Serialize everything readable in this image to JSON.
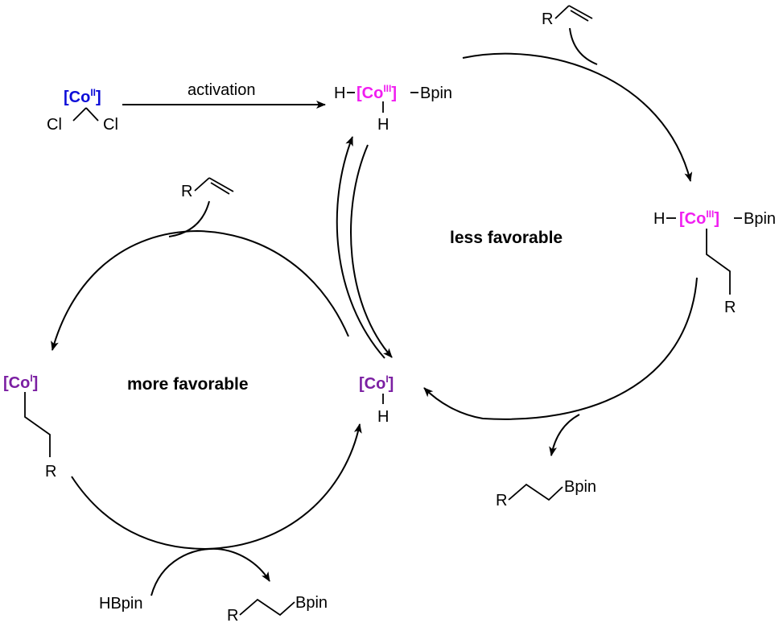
{
  "colors": {
    "co2": "#0d0dd8",
    "co3": "#f01ef0",
    "co1": "#7b1fa2",
    "line": "#000000"
  },
  "precatalyst": {
    "co_label": "[Co",
    "co_ox": "II",
    "bracket_close": "]",
    "cl_left": "Cl",
    "cl_right": "Cl"
  },
  "activation_label": "activation",
  "co3_hydride": {
    "h_left": "H",
    "co_label": "[Co",
    "co_ox": "III",
    "bracket_close": "]",
    "bpin": "Bpin",
    "h_bottom": "H"
  },
  "alkene_top": {
    "r": "R"
  },
  "co3_alkyl": {
    "h_left": "H",
    "co_label": "[Co",
    "co_ox": "III",
    "bracket_close": "]",
    "bpin": "Bpin",
    "r": "R"
  },
  "less_favorable": "less favorable",
  "more_favorable": "more favorable",
  "product_right": {
    "r": "R",
    "bpin": "Bpin"
  },
  "alkene_left": {
    "r": "R"
  },
  "co1_alkyl": {
    "co_label": "[Co",
    "co_ox": "I",
    "bracket_close": "]",
    "r": "R"
  },
  "co1_hydride": {
    "co_label": "[Co",
    "co_ox": "I",
    "bracket_close": "]",
    "h": "H"
  },
  "hbpin": "HBpin",
  "product_bottom": {
    "r": "R",
    "bpin": "Bpin"
  }
}
